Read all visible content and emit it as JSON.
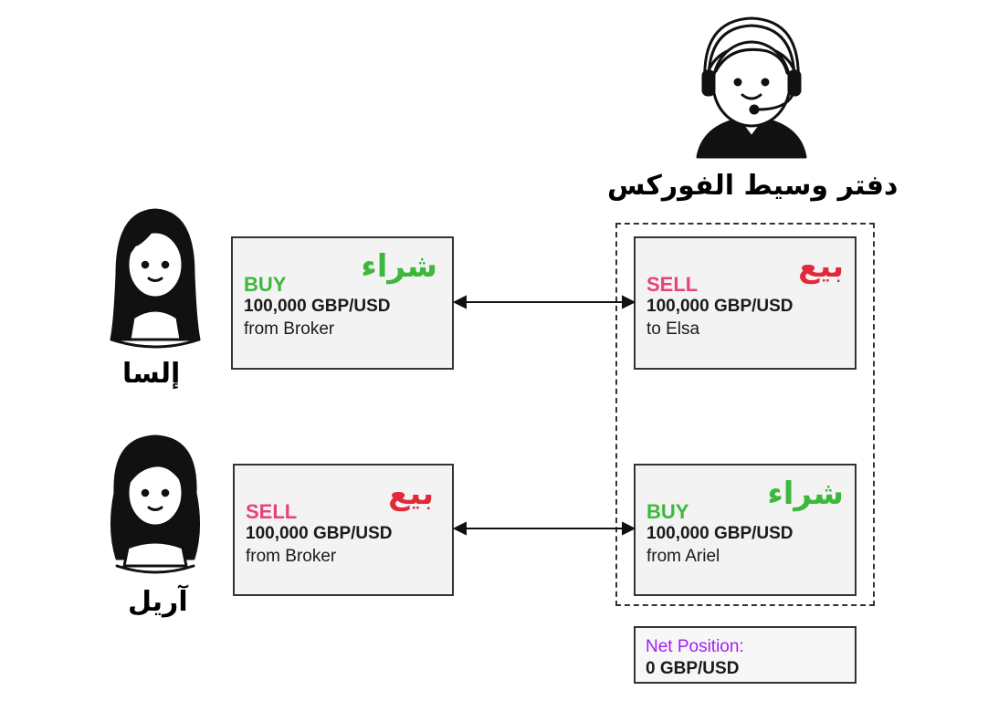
{
  "colors": {
    "buy": "#3cb93c",
    "sell": "#e8427c",
    "arabic_sell": "#e2283a",
    "net": "#a020f0"
  },
  "broker": {
    "label": "دفتر وسيط الفوركس",
    "icon": "customer-service-agent-icon"
  },
  "elsa": {
    "name": "إلسا",
    "icon": "woman-long-hair-icon"
  },
  "ariel": {
    "name": "آريل",
    "icon": "woman-curly-hair-icon"
  },
  "elsa_trade": {
    "arabic": "شراء",
    "action": "BUY",
    "amount": "100,000 GBP/USD",
    "party": "from Broker"
  },
  "broker_sell": {
    "arabic": "بيع",
    "action": "SELL",
    "amount": "100,000 GBP/USD",
    "party": "to Elsa"
  },
  "ariel_trade": {
    "arabic": "بيع",
    "action": "SELL",
    "amount": "100,000 GBP/USD",
    "party": "from Broker"
  },
  "broker_buy": {
    "arabic": "شراء",
    "action": "BUY",
    "amount": "100,000 GBP/USD",
    "party": "from Ariel"
  },
  "net": {
    "label": "Net Position:",
    "value": "0 GBP/USD"
  }
}
